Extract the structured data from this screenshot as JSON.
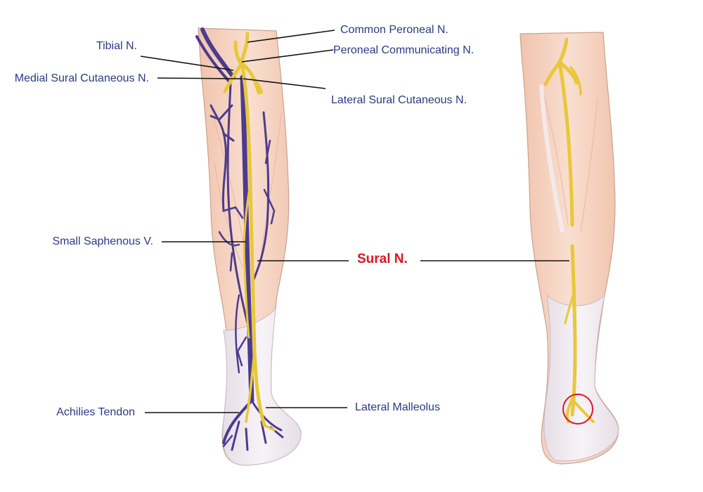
{
  "labels": {
    "common_peroneal": "Common Peroneal N.",
    "tibial": "Tibial N.",
    "peroneal_communicating": "Peroneal Communicating N.",
    "medial_sural_cutaneous": "Medial Sural Cutaneous N.",
    "lateral_sural_cutaneous": "Lateral Sural Cutaneous N.",
    "small_saphenous": "Small Saphenous V.",
    "sural": "Sural N.",
    "achilles_tendon": "Achilies Tendon",
    "lateral_malleolus": "Lateral Malleolus"
  },
  "colors": {
    "nerve": "#e8c83a",
    "vein": "#4d3b8f",
    "label_text": "#2b3a80",
    "highlight": "#e0141e",
    "skin": "#f5d3c0",
    "tendon": "#eeeaf0"
  }
}
